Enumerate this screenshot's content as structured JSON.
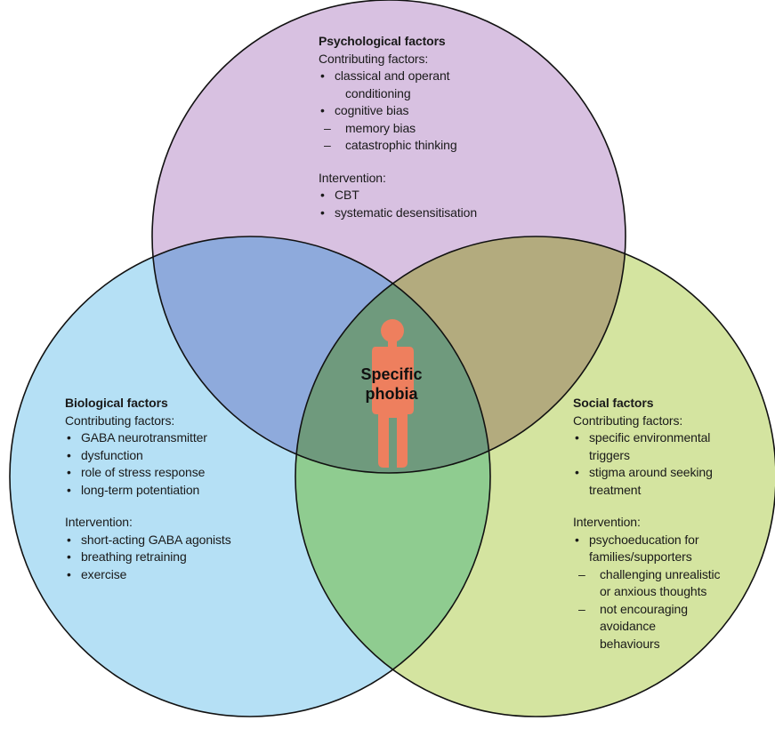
{
  "colors": {
    "psychological": "#d8c1e1",
    "biological": "#b5e0f5",
    "social": "#d4e4a0",
    "psych_bio_overlap": "#8eaadc",
    "psych_social_overlap": "#b3ab7e",
    "bio_social_overlap": "#8fcc90",
    "center_overlap": "#6f9a7d",
    "figure": "#ee7f5e",
    "outline": "#111111"
  },
  "center": {
    "label": "Specific phobia",
    "icon": "person-figure-icon"
  },
  "psychological": {
    "title": "Psychological factors",
    "contributing_heading": "Contributing factors:",
    "contributing": [
      {
        "text": "classical and operant",
        "cont": "conditioning"
      },
      {
        "text": "cognitive bias",
        "sub": [
          "memory bias",
          "catastrophic thinking"
        ]
      }
    ],
    "intervention_heading": "Intervention:",
    "interventions": [
      "CBT",
      "systematic desensitisation"
    ]
  },
  "biological": {
    "title": "Biological factors",
    "contributing_heading": "Contributing factors:",
    "contributing": [
      {
        "text": "GABA neurotransmitter",
        "cont": "dysfunction"
      },
      {
        "text": "role of stress response"
      },
      {
        "text": "long-term potentiation"
      }
    ],
    "intervention_heading": "Intervention:",
    "interventions": [
      "short-acting GABA agonists",
      "breathing retraining",
      "exercise"
    ]
  },
  "social": {
    "title": "Social factors",
    "contributing_heading": "Contributing factors:",
    "contributing": [
      {
        "text": "specific environmental",
        "cont": "triggers"
      },
      {
        "text": "stigma around seeking",
        "cont": "treatment"
      }
    ],
    "intervention_heading": "Intervention:",
    "intervention_main": {
      "text": "psychoeducation for",
      "cont": "families/supporters"
    },
    "intervention_sub": [
      {
        "text": "challenging unrealistic",
        "cont": "or anxious thoughts"
      },
      {
        "text": "not encouraging",
        "cont": [
          "avoidance",
          "behaviours"
        ]
      }
    ]
  }
}
